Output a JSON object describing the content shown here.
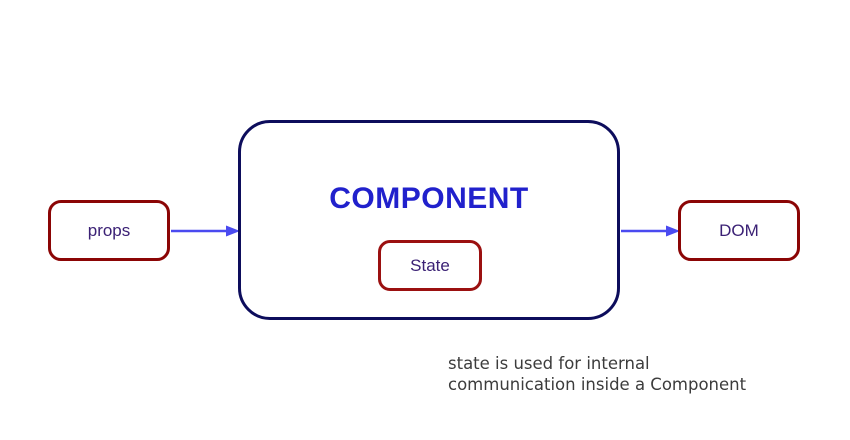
{
  "diagram": {
    "component": {
      "label": "COMPONENT"
    },
    "props": {
      "label": "props"
    },
    "state": {
      "label": "State"
    },
    "dom": {
      "label": "DOM"
    },
    "caption": {
      "lines": [
        "state is used for internal",
        "communication inside a Component"
      ]
    },
    "icons": [
      {
        "name": "arrow-right-icon",
        "meaning": "props flow into component"
      },
      {
        "name": "arrow-right-icon",
        "meaning": "component renders to DOM"
      }
    ],
    "colors": {
      "background": "#ffffff",
      "small_box_border": "#8b0505",
      "state_box_border": "#9b1010",
      "component_border": "#0d0d5c",
      "component_text": "#2121cc",
      "box_label_text": "#3b2175",
      "arrow": "#4a4af0",
      "caption_text": "#3c3c3c"
    }
  }
}
